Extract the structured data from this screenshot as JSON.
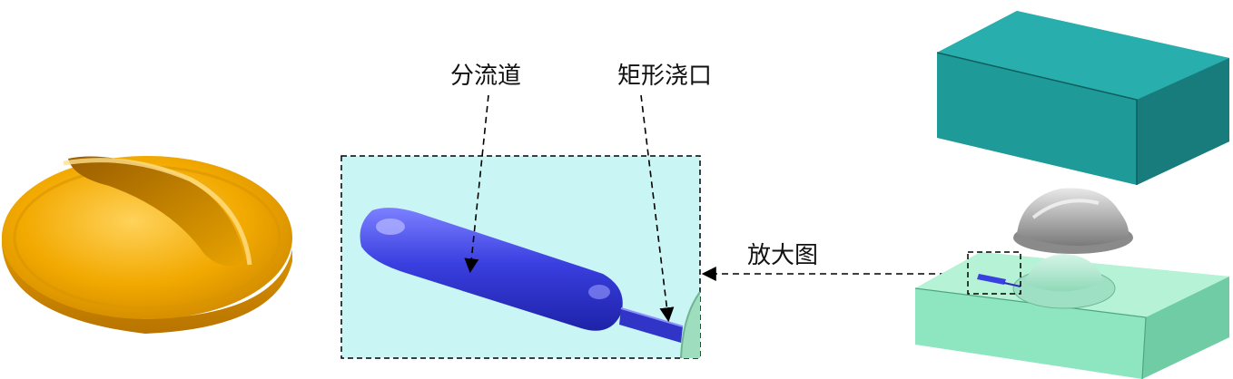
{
  "labels": {
    "runner": "分流道",
    "rect_gate": "矩形浇口",
    "magnified": "放大图"
  },
  "colors": {
    "part_yellow": "#F2A900",
    "runner_blue": "#3A3FE0",
    "inset_bg": "#C9F6F5",
    "upper_mold": "#1E9A98",
    "lower_mold": "#8EE6C0",
    "gray_part": "#A8A8A8"
  }
}
